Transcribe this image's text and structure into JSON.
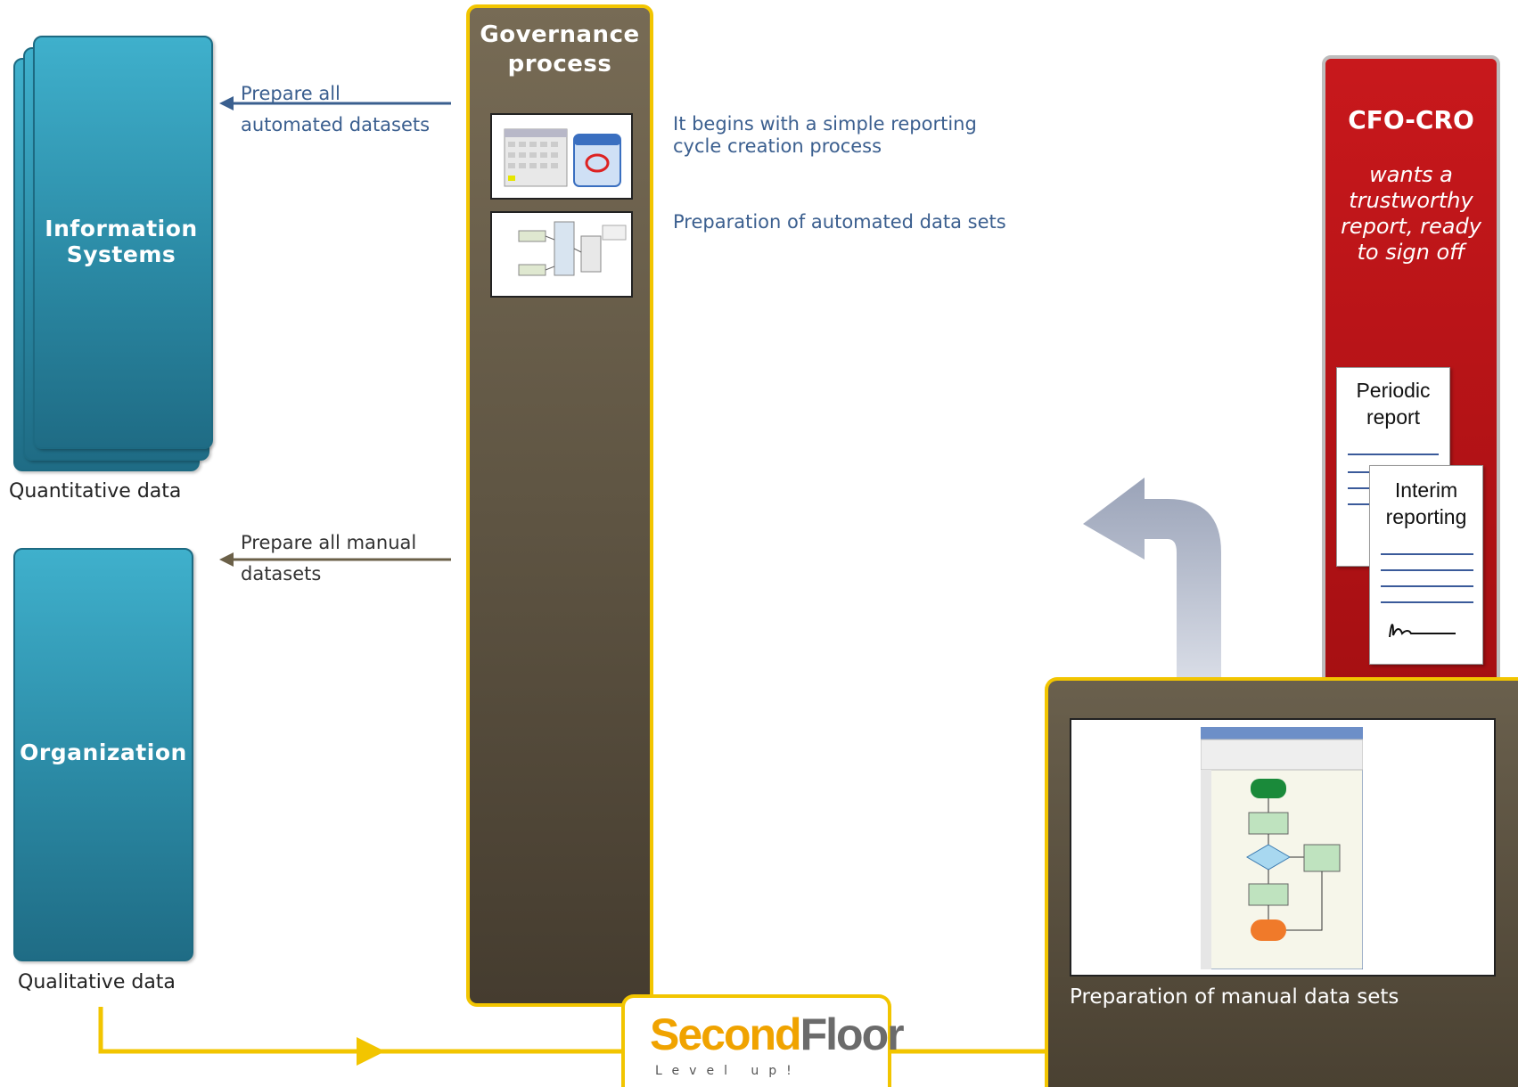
{
  "systems": {
    "information_label": "Information Systems",
    "information_caption": "Quantitative data",
    "organization_label": "Organization",
    "organization_caption": "Qualitative data"
  },
  "arrows": {
    "automated_label": "Prepare all automated datasets",
    "manual_label": "Prepare all manual datasets"
  },
  "governance": {
    "title": "Governance process",
    "step1_text": "It begins with a simple reporting cycle creation process",
    "step2_text": "Preparation of automated data sets"
  },
  "cfo": {
    "title": "CFO-CRO",
    "subtitle": "wants a trustworthy report, ready to sign off",
    "doc1_title": "Periodic report",
    "doc2_title": "Interim reporting"
  },
  "manual": {
    "caption": "Preparation of manual data sets"
  },
  "logo": {
    "part1": "Second",
    "part2": "Floor",
    "tagline": "Level up!"
  },
  "colors": {
    "accent_yellow": "#f2c500",
    "teal": "#2b8aa5",
    "governance_brown": "#5f5543",
    "cfo_red": "#b01216",
    "text_blue": "#3b5f8f"
  }
}
